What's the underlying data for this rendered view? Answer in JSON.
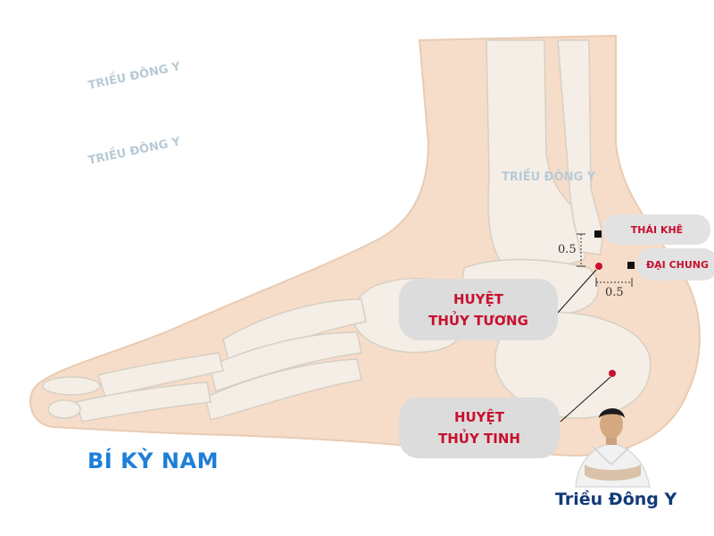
{
  "watermarks": [
    "TRIỀU ĐÔNG Y",
    "TRIỀU ĐÔNG Y",
    "TRIỀU ĐÔNG Y"
  ],
  "labels": {
    "thuy_tuong": {
      "line1": "HUYỆT",
      "line2": "THỦY TƯƠNG"
    },
    "thuy_tinh": {
      "line1": "HUYỆT",
      "line2": "THỦY TINH"
    },
    "thai_khe": "THÁI KHÊ",
    "dai_chung": "ĐẠI CHUNG"
  },
  "measurements": {
    "vertical": "0.5",
    "horizontal": "0.5"
  },
  "brand": "BÍ KỲ NAM",
  "presenter": "Triều Đông Y",
  "colors": {
    "skin": "#f6ddc9",
    "bone": "#f4eee6",
    "bone_outline": "#d8cfc4",
    "point": "#c8102e",
    "label_text": "#c8102e",
    "label_bg": "#dcdcdc",
    "brand": "#1e7fd8",
    "presenter_name": "#123a78",
    "watermark": "#b8cad6"
  }
}
